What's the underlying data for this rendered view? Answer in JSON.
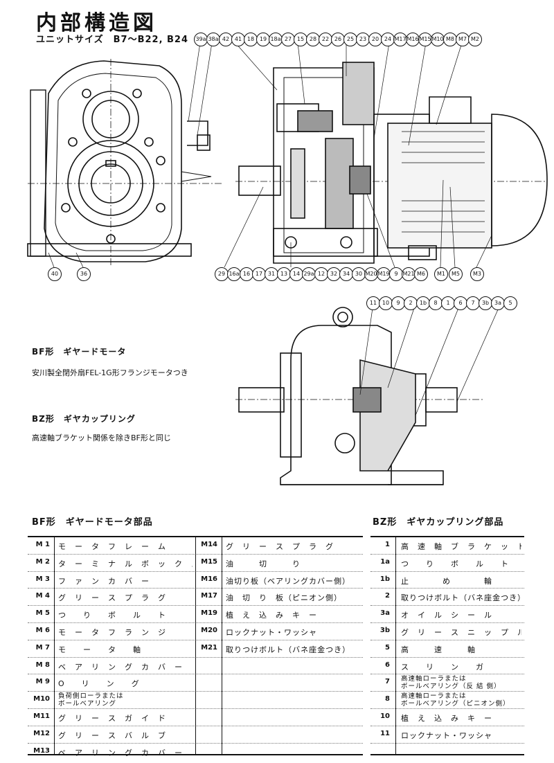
{
  "header": {
    "title": "内部構造図",
    "subtitle": "ユニットサイズ　B7～B22, B24"
  },
  "top_callouts": {
    "top_row": [
      "39a",
      "38a",
      "42",
      "41",
      "18",
      "19",
      "18a",
      "27",
      "15",
      "28",
      "22",
      "26",
      "25",
      "23",
      "20",
      "24",
      "M17",
      "M16",
      "M15",
      "M10",
      "M8",
      "M7",
      "M2"
    ],
    "left_bottom": [
      "40",
      "36"
    ],
    "right_bottom": [
      "29",
      "16a",
      "16",
      "17",
      "31",
      "13",
      "14",
      "29a",
      "12",
      "32",
      "34",
      "30",
      "M20",
      "M19",
      "9",
      "M21",
      "M6",
      "M1",
      "M5",
      "M3"
    ]
  },
  "bottom_callouts": [
    "11",
    "10",
    "9",
    "2",
    "1b",
    "8",
    "1",
    "6",
    "7",
    "3b",
    "3a",
    "5"
  ],
  "models": {
    "bf_title": "BF形　ギヤードモータ",
    "bf_note": "安川製全閉外扇FEL-1G形フランジモータつき",
    "bz_title": "BZ形　ギヤカップリング",
    "bz_note": "高速軸ブラケット関係を除きBF形と同じ"
  },
  "bf_parts": {
    "title": "BF形　ギヤードモータ部品",
    "col1": [
      {
        "no": "M 1",
        "name": "モ　ー　タ　フ　レ　ー　ム"
      },
      {
        "no": "M 2",
        "name": "タ　ー　ミ　ナ　ル　ボ　ッ　ク　ス"
      },
      {
        "no": "M 3",
        "name": "フ　ァ　ン　カ　バ　ー"
      },
      {
        "no": "M 4",
        "name": "グ　リ　ー　ス　プ　ラ　グ"
      },
      {
        "no": "M 5",
        "name": "つ　　り　　ボ　　ル　　ト"
      },
      {
        "no": "M 6",
        "name": "モ　ー　タ　フ　ラ　ン　ジ"
      },
      {
        "no": "M 7",
        "name": "モ　　ー　　タ　　軸"
      },
      {
        "no": "M 8",
        "name": "ベ　ア　リ　ン　グ　カ　バ　ー"
      },
      {
        "no": "M 9",
        "name": "O　　リ　　ン　　グ"
      },
      {
        "no": "M10",
        "name": "負荷側ローラまたは\nボールベアリング"
      },
      {
        "no": "M11",
        "name": "グ　リ　ー　ス　ガ　イ　ド"
      },
      {
        "no": "M12",
        "name": "グ　リ　ー　ス　バ　ル　ブ"
      },
      {
        "no": "M13",
        "name": "ベ　ア　リ　ン　グ　カ　バ　ー"
      }
    ],
    "col2": [
      {
        "no": "M14",
        "name": "グ　リ　ー　ス　プ　ラ　グ"
      },
      {
        "no": "M15",
        "name": "油　　　切　　　り"
      },
      {
        "no": "M16",
        "name": "油切り板（ベアリングカバー側）"
      },
      {
        "no": "M17",
        "name": "油　切　り　板（ピニオン側）"
      },
      {
        "no": "M19",
        "name": "植　え　込　み　キ　ー"
      },
      {
        "no": "M20",
        "name": "ロックナット・ワッシャ"
      },
      {
        "no": "M21",
        "name": "取りつけボルト（バネ座金つき）"
      },
      {
        "no": "",
        "name": ""
      },
      {
        "no": "",
        "name": ""
      },
      {
        "no": "",
        "name": ""
      },
      {
        "no": "",
        "name": ""
      },
      {
        "no": "",
        "name": ""
      },
      {
        "no": "",
        "name": ""
      }
    ]
  },
  "bz_parts": {
    "title": "BZ形　ギヤカップリング部品",
    "rows": [
      {
        "no": "1",
        "name": "高　速　軸　ブ　ラ　ケ　ッ　ト"
      },
      {
        "no": "1a",
        "name": "つ　　り　　ボ　　ル　　ト"
      },
      {
        "no": "1b",
        "name": "止　　　　め　　　　輪"
      },
      {
        "no": "2",
        "name": "取りつけボルト（バネ座金つき）"
      },
      {
        "no": "3a",
        "name": "オ　イ　ル　シ　ー　ル"
      },
      {
        "no": "3b",
        "name": "グ　リ　ー　ス　ニ　ッ　プ　ル"
      },
      {
        "no": "5",
        "name": "高　　　速　　　軸"
      },
      {
        "no": "6",
        "name": "ス　　リ　　ン　　ガ"
      },
      {
        "no": "7",
        "name": "高速軸ローラまたは\nボールベアリング（反 結 側）"
      },
      {
        "no": "8",
        "name": "高速軸ローラまたは\nボールベアリング（ピニオン側）"
      },
      {
        "no": "10",
        "name": "植　え　込　み　キ　ー"
      },
      {
        "no": "11",
        "name": "ロックナット・ワッシャ"
      },
      {
        "no": "",
        "name": ""
      }
    ]
  }
}
